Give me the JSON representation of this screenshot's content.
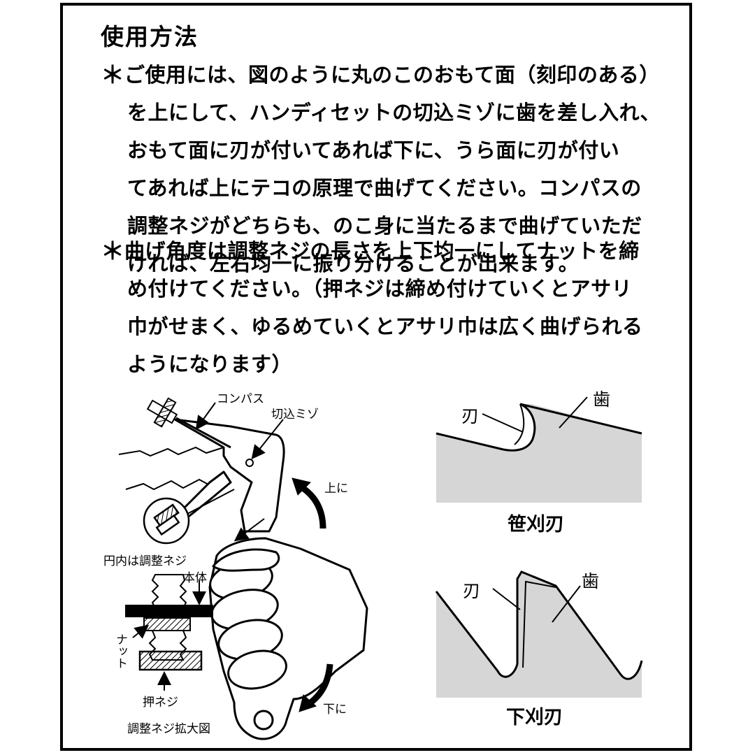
{
  "title": "使用方法",
  "bullet": "＊",
  "instructions": [
    {
      "lines": [
        "ご使用には、図のように丸のこのおもて面（刻印のある）",
        "を上にして、ハンディセットの切込ミゾに歯を差し入れ、",
        "おもて面に刃が付いてあれば下に、うら面に刃が付い",
        "てあれば上にテコの原理で曲げてください。コンパスの",
        "調整ネジがどちらも、のこ身に当たるまで曲げていただ",
        "ければ、左右均一に振り分けることが出来ます。"
      ]
    },
    {
      "lines": [
        "曲げ角度は調整ネジの長さを上下均一にしてナットを締",
        "め付けてください。（押ネジは締め付けていくとアサリ",
        "巾がせまく、ゆるめていくとアサリ巾は広く曲げられる",
        "ようになります）"
      ]
    }
  ],
  "diagram_labels": {
    "compass": "コンパス",
    "notch": "切込ミゾ",
    "up": "上に",
    "down": "下に",
    "circle_note": "円内は調整ネジ",
    "body": "本体",
    "nut": "ナット",
    "push_screw": "押ネジ",
    "enlarged": "調整ネジ拡大図"
  },
  "blade_top": {
    "blade": "刃",
    "tooth": "歯",
    "caption": "笹刈刃"
  },
  "blade_bottom": {
    "blade": "刃",
    "tooth": "歯",
    "caption": "下刈刃"
  },
  "colors": {
    "border": "#000000",
    "blade_fill": "#d6d6d6",
    "background": "#ffffff"
  }
}
